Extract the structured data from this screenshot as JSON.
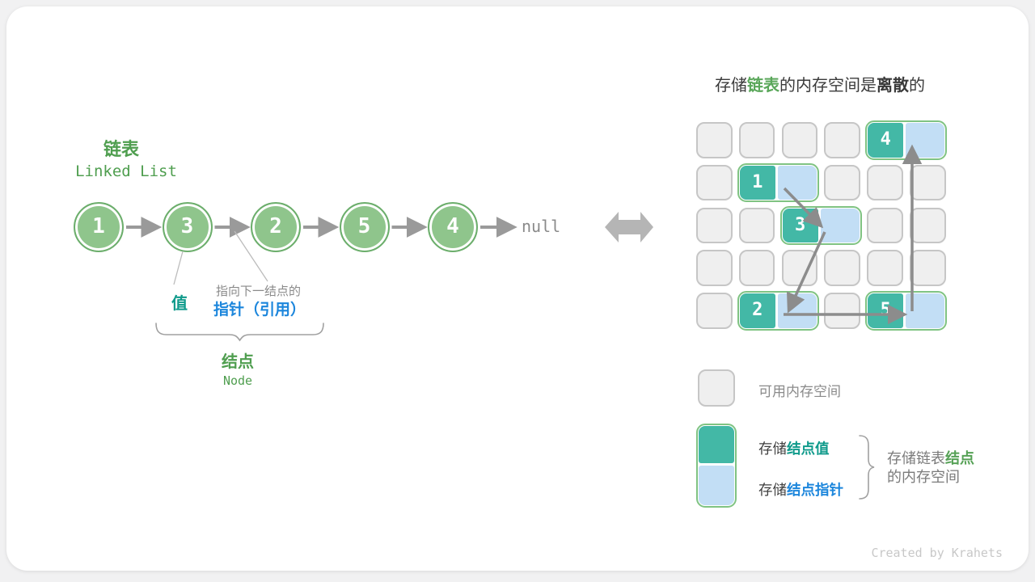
{
  "card": {
    "credit": "Created by Krahets"
  },
  "linked_list": {
    "title_zh": "链表",
    "title_en": "Linked List",
    "node_values": [
      "1",
      "3",
      "2",
      "5",
      "4"
    ],
    "null_label": "null",
    "value_label": "值",
    "pointer_caption": "指向下一结点的",
    "pointer_label": "指针（引用）",
    "node_caption_zh": "结点",
    "node_caption_en": "Node"
  },
  "memory": {
    "title": {
      "p1": "存储",
      "p2": "链表",
      "p3": "的内存空间是",
      "p4": "离散",
      "p5": "的"
    },
    "grid": {
      "rows": 5,
      "cols": 6
    },
    "pairs": [
      {
        "value": "4",
        "row": 0,
        "col": 4
      },
      {
        "value": "1",
        "row": 1,
        "col": 1
      },
      {
        "value": "3",
        "row": 2,
        "col": 2
      },
      {
        "value": "2",
        "row": 4,
        "col": 1
      },
      {
        "value": "5",
        "row": 4,
        "col": 4
      }
    ],
    "links": [
      {
        "from": "1",
        "to": "3"
      },
      {
        "from": "3",
        "to": "2"
      },
      {
        "from": "2",
        "to": "5"
      },
      {
        "from": "5",
        "to": "4"
      }
    ]
  },
  "legend": {
    "free_label": "可用内存空间",
    "value_prefix": "存储",
    "value_strong": "结点值",
    "pointer_prefix": "存储",
    "pointer_strong": "结点指针",
    "note_prefix": "存储链表",
    "note_strong": "结点",
    "note_line2": "的内存空间"
  },
  "colors": {
    "node_green_fill": "#8fc58c",
    "green_text": "#4f9e4f",
    "teal_fill": "#43b8a6",
    "teal_text": "#0f9a8b",
    "blue_fill": "#c2def5",
    "blue_text": "#1c86dc",
    "pair_border": "#7fc382",
    "list_arrow": "#9a9a9a",
    "grid_arrow": "#8c8c8c"
  }
}
